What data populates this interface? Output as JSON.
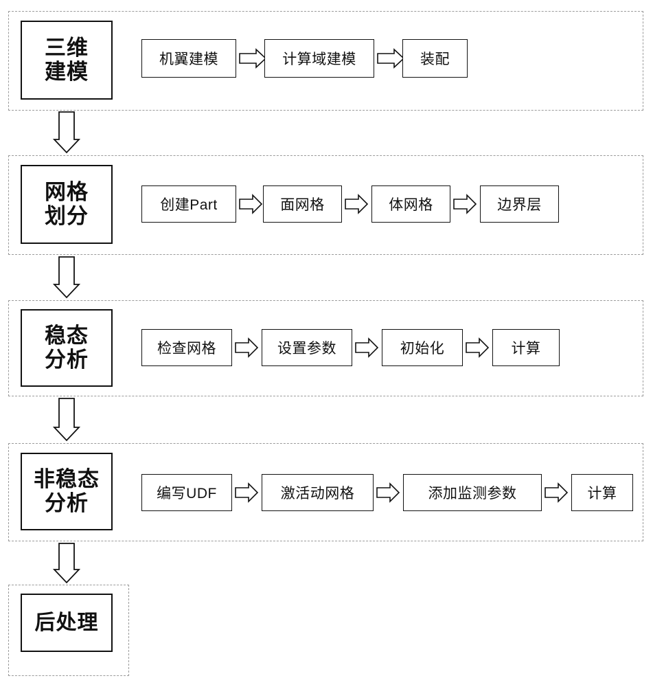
{
  "diagram": {
    "title": "CFD simulation workflow flowchart",
    "type": "flowchart",
    "orientation": "vertical-stages-with-horizontal-steps",
    "colors": {
      "stroke": "#111111",
      "dashed_border": "#9a9a9a",
      "background": "#ffffff",
      "arrow_fill": "#ffffff"
    },
    "stages": [
      {
        "id": "stage-1",
        "label": "三维\n建模",
        "label_plain": "三维建模",
        "steps": [
          {
            "id": "step-1-1",
            "label": "机翼建模"
          },
          {
            "id": "step-1-2",
            "label": "计算域建模"
          },
          {
            "id": "step-1-3",
            "label": "装配"
          }
        ]
      },
      {
        "id": "stage-2",
        "label": "网格\n划分",
        "label_plain": "网格划分",
        "steps": [
          {
            "id": "step-2-1",
            "label": "创建Part"
          },
          {
            "id": "step-2-2",
            "label": "面网格"
          },
          {
            "id": "step-2-3",
            "label": "体网格"
          },
          {
            "id": "step-2-4",
            "label": "边界层"
          }
        ]
      },
      {
        "id": "stage-3",
        "label": "稳态\n分析",
        "label_plain": "稳态分析",
        "steps": [
          {
            "id": "step-3-1",
            "label": "检查网格"
          },
          {
            "id": "step-3-2",
            "label": "设置参数"
          },
          {
            "id": "step-3-3",
            "label": "初始化"
          },
          {
            "id": "step-3-4",
            "label": "计算"
          }
        ]
      },
      {
        "id": "stage-4",
        "label": "非稳态\n分析",
        "label_plain": "非稳态分析",
        "steps": [
          {
            "id": "step-4-1",
            "label": "编写UDF"
          },
          {
            "id": "step-4-2",
            "label": "激活动网格"
          },
          {
            "id": "step-4-3",
            "label": "添加监测参数"
          },
          {
            "id": "step-4-4",
            "label": "计算"
          }
        ]
      },
      {
        "id": "stage-5",
        "label": "后处理",
        "label_plain": "后处理",
        "steps": []
      }
    ],
    "connectors": {
      "vertical": [
        {
          "id": "conn-1-2",
          "from": "stage-1",
          "to": "stage-2",
          "icon": "down-arrow-icon"
        },
        {
          "id": "conn-2-3",
          "from": "stage-2",
          "to": "stage-3",
          "icon": "down-arrow-icon"
        },
        {
          "id": "conn-3-4",
          "from": "stage-3",
          "to": "stage-4",
          "icon": "down-arrow-icon"
        },
        {
          "id": "conn-4-5",
          "from": "stage-4",
          "to": "stage-5",
          "icon": "down-arrow-icon"
        }
      ],
      "horizontal_icon": "right-arrow-icon"
    }
  }
}
